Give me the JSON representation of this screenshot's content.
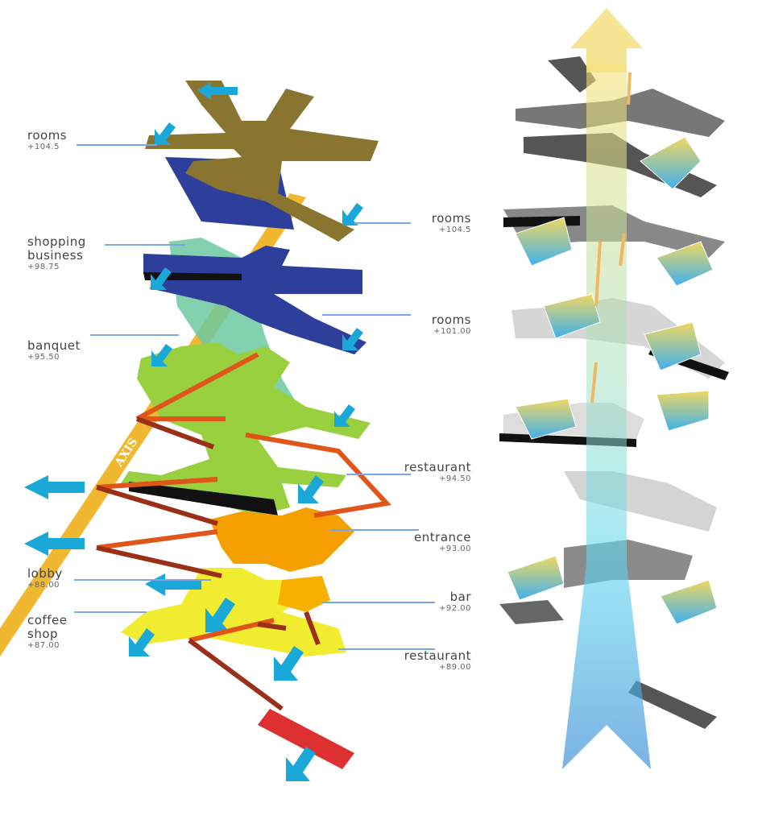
{
  "diagram": {
    "axis_label": "AXIS",
    "left_labels": [
      {
        "name": "rooms",
        "elevation": "+104.5"
      },
      {
        "name": "shopping business",
        "line1": "shopping",
        "line2": "business",
        "elevation": "+98.75"
      },
      {
        "name": "banquet",
        "elevation": "+95.50"
      },
      {
        "name": "lobby",
        "elevation": "+88.00"
      },
      {
        "name": "coffee shop",
        "line1": "coffee",
        "line2": "shop",
        "elevation": "+87.00"
      }
    ],
    "right_labels": [
      {
        "name": "rooms",
        "elevation": "+104.5"
      },
      {
        "name": "rooms",
        "elevation": "+101.00"
      },
      {
        "name": "restaurant",
        "elevation": "+94.50"
      },
      {
        "name": "entrance",
        "elevation": "+93.00"
      },
      {
        "name": "bar",
        "elevation": "+92.00"
      },
      {
        "name": "restaurant",
        "elevation": "+89.00"
      }
    ],
    "colors": {
      "axis": "#f0b830",
      "rooms_top": "#8a7530",
      "navy": "#2d3f9a",
      "teal": "#6cc8a0",
      "green": "#98d040",
      "orange": "#f5a000",
      "yellow": "#f2ec30",
      "red": "#dd3030",
      "arrow_blue": "#1aa8d8",
      "arrow_orange": "#e0561a",
      "arrow_brown": "#9a3018",
      "label_line": "#7aa6e6"
    }
  }
}
